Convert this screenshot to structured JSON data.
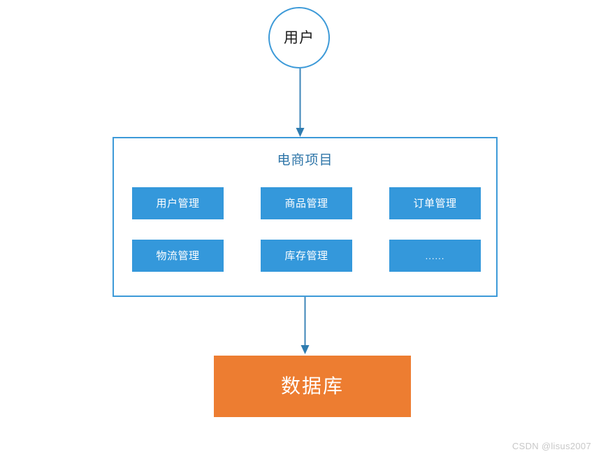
{
  "diagram": {
    "actor": {
      "label": "用户",
      "shape": "circle"
    },
    "system": {
      "title": "电商项目",
      "modules": [
        [
          {
            "label": "用户管理"
          },
          {
            "label": "商品管理"
          },
          {
            "label": "订单管理"
          }
        ],
        [
          {
            "label": "物流管理"
          },
          {
            "label": "库存管理"
          },
          {
            "label": "......"
          }
        ]
      ]
    },
    "database": {
      "label": "数据库"
    },
    "connectors": [
      {
        "name": "user-to-system",
        "from": "用户",
        "to": "电商项目",
        "direction": "down"
      },
      {
        "name": "system-to-database",
        "from": "电商项目",
        "to": "数据库",
        "direction": "down"
      }
    ]
  },
  "watermark": {
    "text": "CSDN @lisus2007"
  },
  "colors": {
    "module_blue": "#3498db",
    "border_blue": "#3d9ad8",
    "title_blue": "#2e75a8",
    "arrow_blue": "#3d85b8",
    "database_orange": "#ed7d31",
    "watermark_gray": "#c8c8c8",
    "background": "#ffffff"
  }
}
